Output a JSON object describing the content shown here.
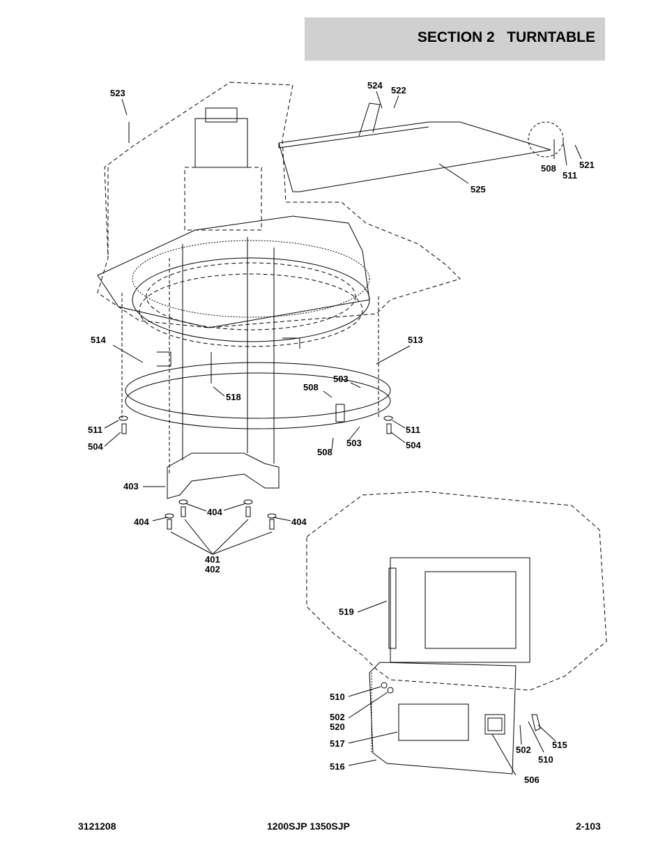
{
  "header": {
    "title": "SECTION 2   TURNTABLE"
  },
  "callouts": {
    "c523": "523",
    "c524": "524",
    "c522": "522",
    "c508a": "508",
    "c511a": "511",
    "c521": "521",
    "c525": "525",
    "c514": "514",
    "c513": "513",
    "c518": "518",
    "c508b": "508",
    "c503a": "503",
    "c511b": "511",
    "c504a": "504",
    "c511c": "511",
    "c504b": "504",
    "c508c": "508",
    "c503b": "503",
    "c403": "403",
    "c404a": "404",
    "c404b": "404",
    "c404c": "404",
    "c401": "401",
    "c402": "402",
    "c519": "519",
    "c510a": "510",
    "c502a": "502",
    "c520": "520",
    "c517": "517",
    "c516": "516",
    "c506": "506",
    "c502b": "502",
    "c510b": "510",
    "c515": "515"
  },
  "footer": {
    "left": "3121208",
    "center": "1200SJP 1350SJP",
    "right": "2-103"
  }
}
